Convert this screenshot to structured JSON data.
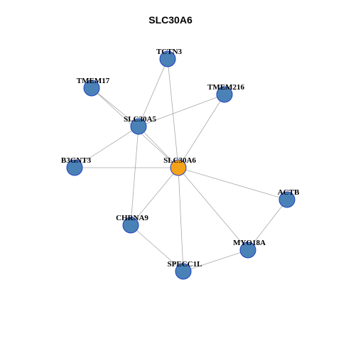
{
  "title": "SLC30A6",
  "colors": {
    "center": "#f5a21b",
    "node": "#4a82b8",
    "node_border": "#1f3fbf",
    "edge": "#a8a8a8"
  },
  "nodes": [
    {
      "id": "TCTN3",
      "label": "TCTN3",
      "center": false
    },
    {
      "id": "TMEM17",
      "label": "TMEM17",
      "center": false
    },
    {
      "id": "TMEM216",
      "label": "TMEM216",
      "center": false
    },
    {
      "id": "SLC30A5",
      "label": "SLC30A5",
      "center": false
    },
    {
      "id": "B3GNT3",
      "label": "B3GNT3",
      "center": false
    },
    {
      "id": "SLC30A6",
      "label": "SLC30A6",
      "center": true
    },
    {
      "id": "ACTB",
      "label": "ACTB",
      "center": false
    },
    {
      "id": "CHRNA9",
      "label": "CHRNA9",
      "center": false
    },
    {
      "id": "MYO18A",
      "label": "MYO18A",
      "center": false
    },
    {
      "id": "SPECC1L",
      "label": "SPECC1L",
      "center": false
    }
  ],
  "edges": [
    [
      "TCTN3",
      "SLC30A5"
    ],
    [
      "TCTN3",
      "SLC30A6"
    ],
    [
      "TMEM17",
      "SLC30A5"
    ],
    [
      "TMEM17",
      "SLC30A6"
    ],
    [
      "TMEM216",
      "SLC30A5"
    ],
    [
      "TMEM216",
      "SLC30A6"
    ],
    [
      "SLC30A5",
      "B3GNT3"
    ],
    [
      "SLC30A5",
      "SLC30A6"
    ],
    [
      "SLC30A5",
      "CHRNA9"
    ],
    [
      "B3GNT3",
      "SLC30A6"
    ],
    [
      "SLC30A6",
      "ACTB"
    ],
    [
      "SLC30A6",
      "CHRNA9"
    ],
    [
      "SLC30A6",
      "MYO18A"
    ],
    [
      "SLC30A6",
      "SPECC1L"
    ],
    [
      "ACTB",
      "MYO18A"
    ],
    [
      "CHRNA9",
      "SPECC1L"
    ],
    [
      "MYO18A",
      "SPECC1L"
    ]
  ]
}
